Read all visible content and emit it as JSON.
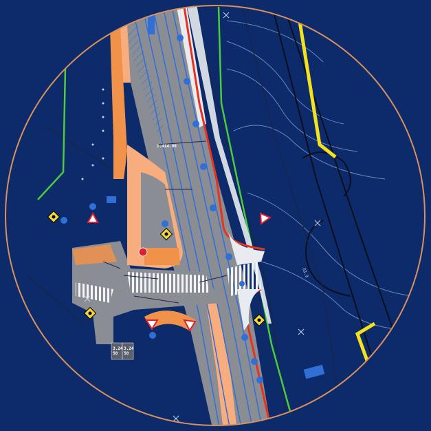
{
  "colors": {
    "background": "#0d2b6b",
    "frame": "#d9915d",
    "road_surface": "#8a8d93",
    "island_fill": "#f0924a",
    "sidewalk": "#f7ad7e",
    "crosswalk": "#e8ebf0",
    "lane_marking": "#2f6fd6",
    "curb_red": "#e8321c",
    "green_line": "#4ccc3c",
    "yellow_line": "#f4e21c",
    "dark_line": "#0a0f1e",
    "warning_sign_red": "#e0202a",
    "light_yellow": "#f2d63c"
  },
  "labels": {
    "island_code": "ОЗ.9",
    "signal_box_1": "3.24\n50",
    "signal_box_2": "3.24\n50",
    "stat_top": "1.414.00"
  }
}
